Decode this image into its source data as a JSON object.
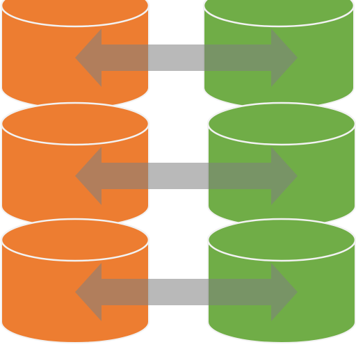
{
  "diagram": {
    "colors": {
      "left_db": "#ED7D31",
      "right_db": "#70AD47",
      "outline": "#F2F2F2",
      "arrow": "#7F7F7F",
      "arrow_opacity": 0.55
    },
    "pairs": [
      {
        "left": "orange-database-cylinder",
        "right": "green-database-cylinder",
        "link": "bidirectional-arrow"
      },
      {
        "left": "orange-database-cylinder",
        "right": "green-database-cylinder",
        "link": "bidirectional-arrow"
      },
      {
        "left": "orange-database-cylinder",
        "right": "green-database-cylinder",
        "link": "bidirectional-arrow"
      }
    ]
  }
}
